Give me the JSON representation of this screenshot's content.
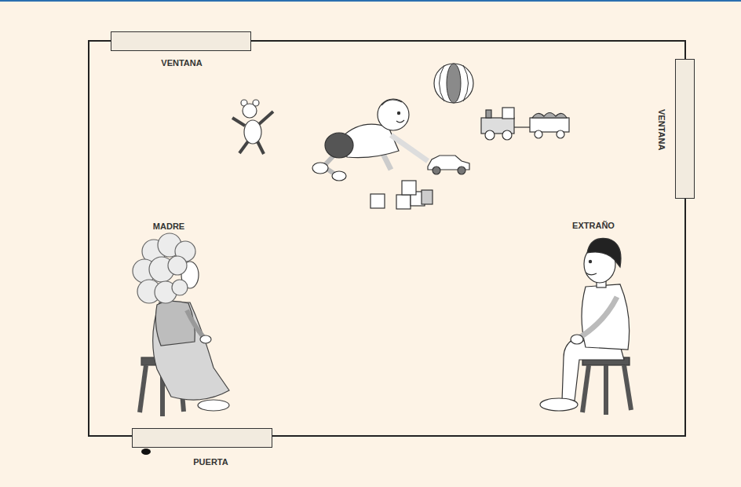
{
  "diagram": {
    "nodes": [
      {
        "text": [
          "VENTANA"
        ]
      },
      {
        "text": [
          "VENTANA"
        ]
      },
      {
        "text": [
          "PUERTA"
        ]
      }
    ],
    "labels": [
      "MADRE",
      "EXTRAÑO"
    ]
  }
}
